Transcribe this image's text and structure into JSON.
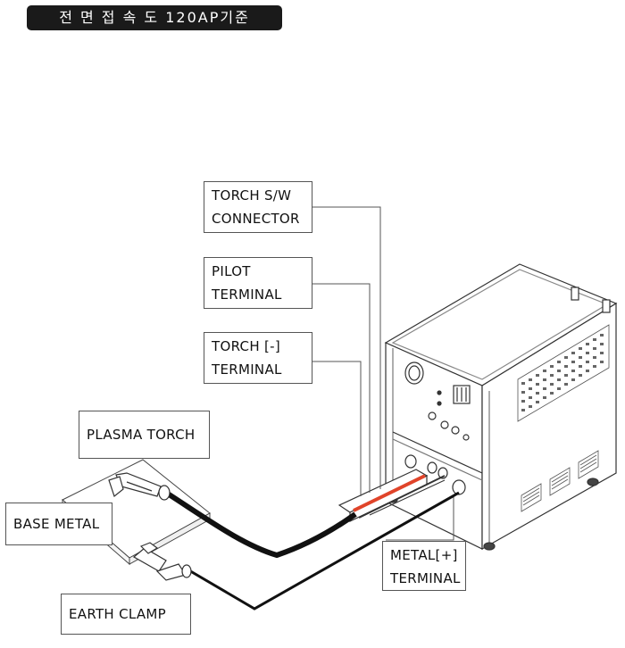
{
  "title": "전 면 접 속 도 120AP기준",
  "labels": {
    "torch_sw": [
      "TORCH S/W",
      "CONNECTOR"
    ],
    "pilot": [
      "PILOT",
      "TERMINAL"
    ],
    "torch_minus": [
      "TORCH [-]",
      "TERMINAL"
    ],
    "plasma_torch": [
      "PLASMA TORCH"
    ],
    "base_metal": [
      "BASE METAL"
    ],
    "metal_plus": [
      "METAL[+]",
      "TERMINAL"
    ],
    "earth_clamp": [
      "EARTH CLAMP"
    ]
  },
  "colors": {
    "title_bg": "#1a1a1a",
    "cable": "#111111",
    "pilot_cable": "#e0442a",
    "line": "#333333"
  }
}
